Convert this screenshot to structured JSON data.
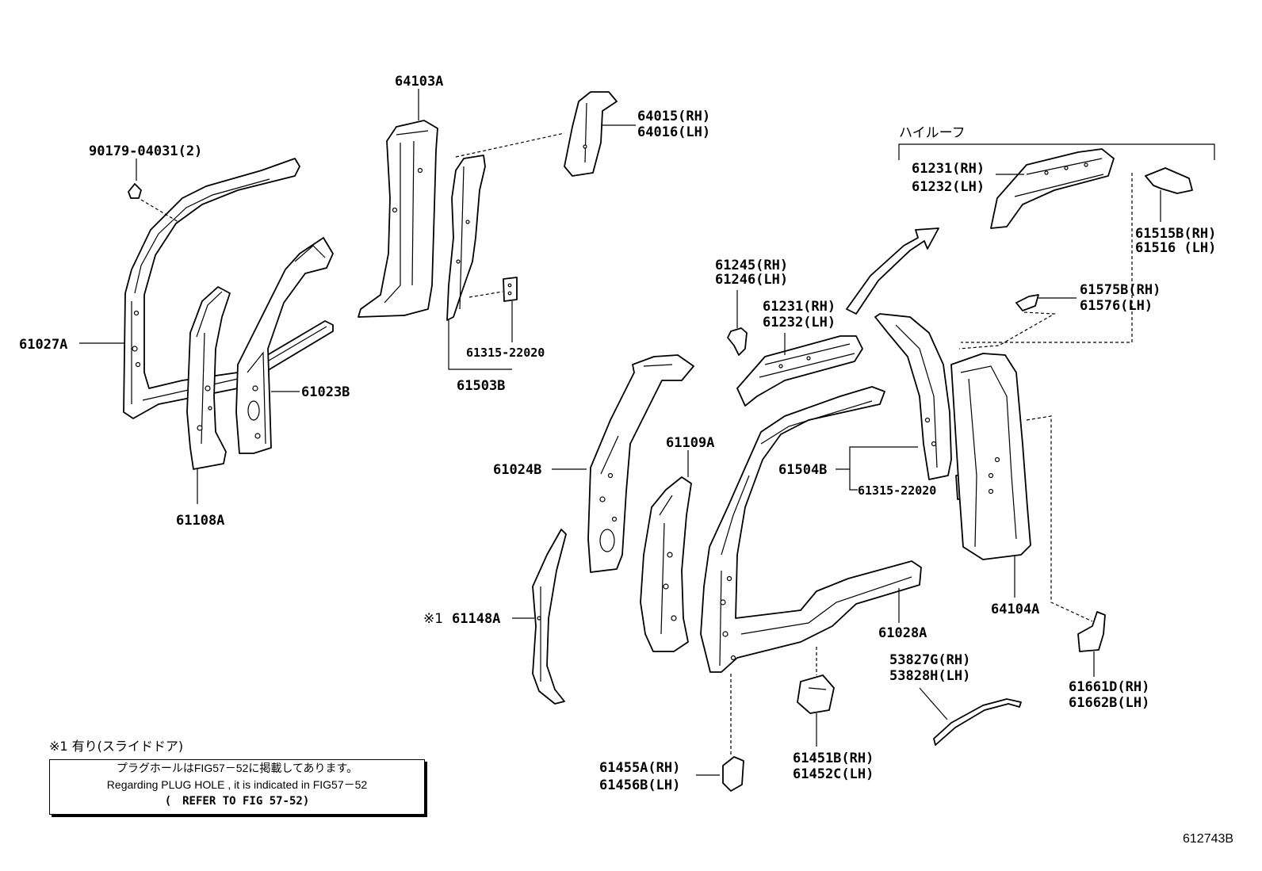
{
  "labels": {
    "p90179": "90179-04031(2)",
    "p61027A": "61027A",
    "p61108A": "61108A",
    "p61023B": "61023B",
    "p64103A": "64103A",
    "p64015": "64015(RH)",
    "p64016": "64016(LH)",
    "p61315a": "61315-22020",
    "p61503B": "61503B",
    "high_roof": "ハイルーフ",
    "p61231a": "61231(RH)",
    "p61232a": "61232(LH)",
    "p61515B": "61515B(RH)",
    "p61516": "61516 (LH)",
    "p61245": "61245(RH)",
    "p61246": "61246(LH)",
    "p61231b": "61231(RH)",
    "p61232b": "61232(LH)",
    "p61575B": "61575B(RH)",
    "p61576": "61576(LH)",
    "p61024B": "61024B",
    "p61109A": "61109A",
    "p61504B": "61504B",
    "p61315b": "61315-22020",
    "mark1": "※1",
    "p61148A": "61148A",
    "p61028A": "61028A",
    "p64104A": "64104A",
    "p53827G": "53827G(RH)",
    "p53828H": "53828H(LH)",
    "p61661D": "61661D(RH)",
    "p61662B": "61662B(LH)",
    "p61455A": "61455A(RH)",
    "p61456B": "61456B(LH)",
    "p61451B": "61451B(RH)",
    "p61452C": "61452C(LH)"
  },
  "footnote": "※1 有り(スライドドア)",
  "note": {
    "line1": "プラグホールはFIG57－52に掲載してあります。",
    "line2": "Regarding PLUG HOLE , it is indicated in FIG57－52",
    "line3": "(　REFER TO FIG 57-52)"
  },
  "figure_id": "612743B"
}
